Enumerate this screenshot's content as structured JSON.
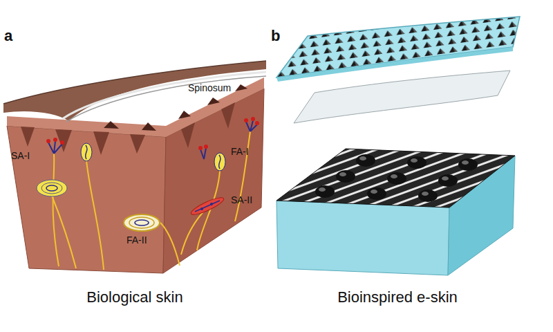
{
  "diagram": {
    "labels": [
      "a",
      "b",
      "Spinosum",
      "SA-I",
      "FA-I",
      "SA-II",
      "FA-II",
      "Biological skin",
      "Bioinspired e-skin"
    ]
  }
}
